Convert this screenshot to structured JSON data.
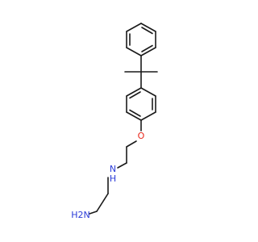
{
  "atoms": {
    "oxygen": {
      "symbol": "O",
      "color": "#e8261a"
    },
    "amine_n": {
      "symbol": "N",
      "color": "#2a3bd8"
    },
    "amine_h": {
      "symbol": "H",
      "color": "#2a3bd8"
    },
    "terminal_h2n": {
      "symbol": "H2N",
      "color": "#2a3bd8"
    }
  },
  "colors": {
    "bond": "#1a1a1a",
    "background": "#ffffff"
  }
}
